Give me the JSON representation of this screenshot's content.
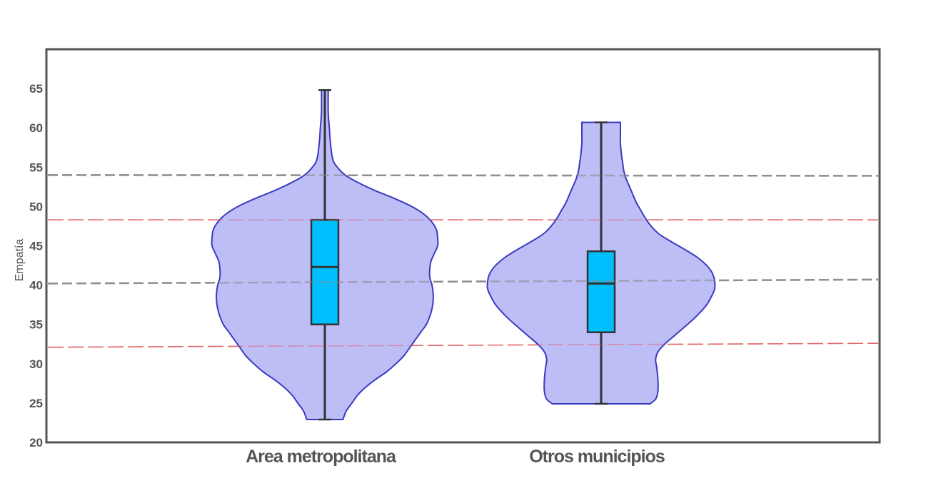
{
  "chart_data": {
    "type": "violin",
    "title": "",
    "xlabel": "",
    "ylabel": "Empatía",
    "ylim": [
      20,
      70
    ],
    "yticks": [
      20,
      25,
      30,
      35,
      40,
      45,
      50,
      55,
      60,
      65
    ],
    "grid": false,
    "categories": [
      "Area metropolitana",
      "Otros municipios"
    ],
    "violins": [
      {
        "category": "Area metropolitana",
        "min": 22.9,
        "q1": 35.0,
        "median": 42.3,
        "q3": 48.3,
        "max": 64.8,
        "density_profile": [
          [
            22.9,
            0.16
          ],
          [
            24,
            0.19
          ],
          [
            25,
            0.24
          ],
          [
            26,
            0.29
          ],
          [
            27,
            0.36
          ],
          [
            28,
            0.45
          ],
          [
            29,
            0.55
          ],
          [
            30,
            0.63
          ],
          [
            31,
            0.7
          ],
          [
            32,
            0.75
          ],
          [
            33,
            0.8
          ],
          [
            34,
            0.85
          ],
          [
            35,
            0.9
          ],
          [
            36,
            0.93
          ],
          [
            37,
            0.95
          ],
          [
            38,
            0.96
          ],
          [
            39,
            0.96
          ],
          [
            40,
            0.95
          ],
          [
            41,
            0.93
          ],
          [
            42,
            0.93
          ],
          [
            43,
            0.94
          ],
          [
            44,
            0.97
          ],
          [
            45,
            1.0
          ],
          [
            46,
            1.0
          ],
          [
            47,
            0.99
          ],
          [
            48,
            0.95
          ],
          [
            49,
            0.88
          ],
          [
            50,
            0.77
          ],
          [
            51,
            0.62
          ],
          [
            52,
            0.45
          ],
          [
            53,
            0.3
          ],
          [
            54,
            0.18
          ],
          [
            55,
            0.11
          ],
          [
            56,
            0.07
          ],
          [
            58,
            0.05
          ],
          [
            60,
            0.04
          ],
          [
            62,
            0.03
          ],
          [
            64.8,
            0.03
          ]
        ]
      },
      {
        "category": "Otros municipios",
        "min": 24.9,
        "q1": 34.0,
        "median": 40.2,
        "q3": 44.3,
        "max": 60.7,
        "density_profile": [
          [
            24.9,
            0.43
          ],
          [
            25.5,
            0.48
          ],
          [
            26.5,
            0.5
          ],
          [
            28,
            0.5
          ],
          [
            29.5,
            0.49
          ],
          [
            30.5,
            0.48
          ],
          [
            31.5,
            0.5
          ],
          [
            32.5,
            0.56
          ],
          [
            33.5,
            0.64
          ],
          [
            34.5,
            0.72
          ],
          [
            35.5,
            0.8
          ],
          [
            36.5,
            0.87
          ],
          [
            37.5,
            0.93
          ],
          [
            38.5,
            0.97
          ],
          [
            39.5,
            1.0
          ],
          [
            40.5,
            1.0
          ],
          [
            41.5,
            0.98
          ],
          [
            42.5,
            0.93
          ],
          [
            43.5,
            0.85
          ],
          [
            44.5,
            0.74
          ],
          [
            45.5,
            0.62
          ],
          [
            46.5,
            0.51
          ],
          [
            47.5,
            0.44
          ],
          [
            48.5,
            0.39
          ],
          [
            49.5,
            0.35
          ],
          [
            50.5,
            0.31
          ],
          [
            51.5,
            0.28
          ],
          [
            52.5,
            0.25
          ],
          [
            53.5,
            0.22
          ],
          [
            54.5,
            0.2
          ],
          [
            55.5,
            0.19
          ],
          [
            56.5,
            0.18
          ],
          [
            58,
            0.17
          ],
          [
            59.5,
            0.17
          ],
          [
            60.7,
            0.17
          ]
        ]
      }
    ],
    "reference_lines": [
      {
        "kind": "gray-dashed",
        "color": "#8a8a8a",
        "y_start": 54.0,
        "y_end": 53.9
      },
      {
        "kind": "gray-dashed",
        "color": "#8a8a8a",
        "y_start": 40.2,
        "y_end": 40.7
      },
      {
        "kind": "red-dashed",
        "color": "#e05a5a",
        "y_start": 48.3,
        "y_end": 48.3
      },
      {
        "kind": "red-dashed",
        "color": "#e05a5a",
        "y_start": 32.1,
        "y_end": 32.6
      }
    ],
    "colors": {
      "violin_fill": "#babaf7",
      "violin_edge": "#3a3ac0",
      "box_fill": "#00bfff",
      "box_edge": "#333333",
      "frame": "#555555"
    }
  }
}
